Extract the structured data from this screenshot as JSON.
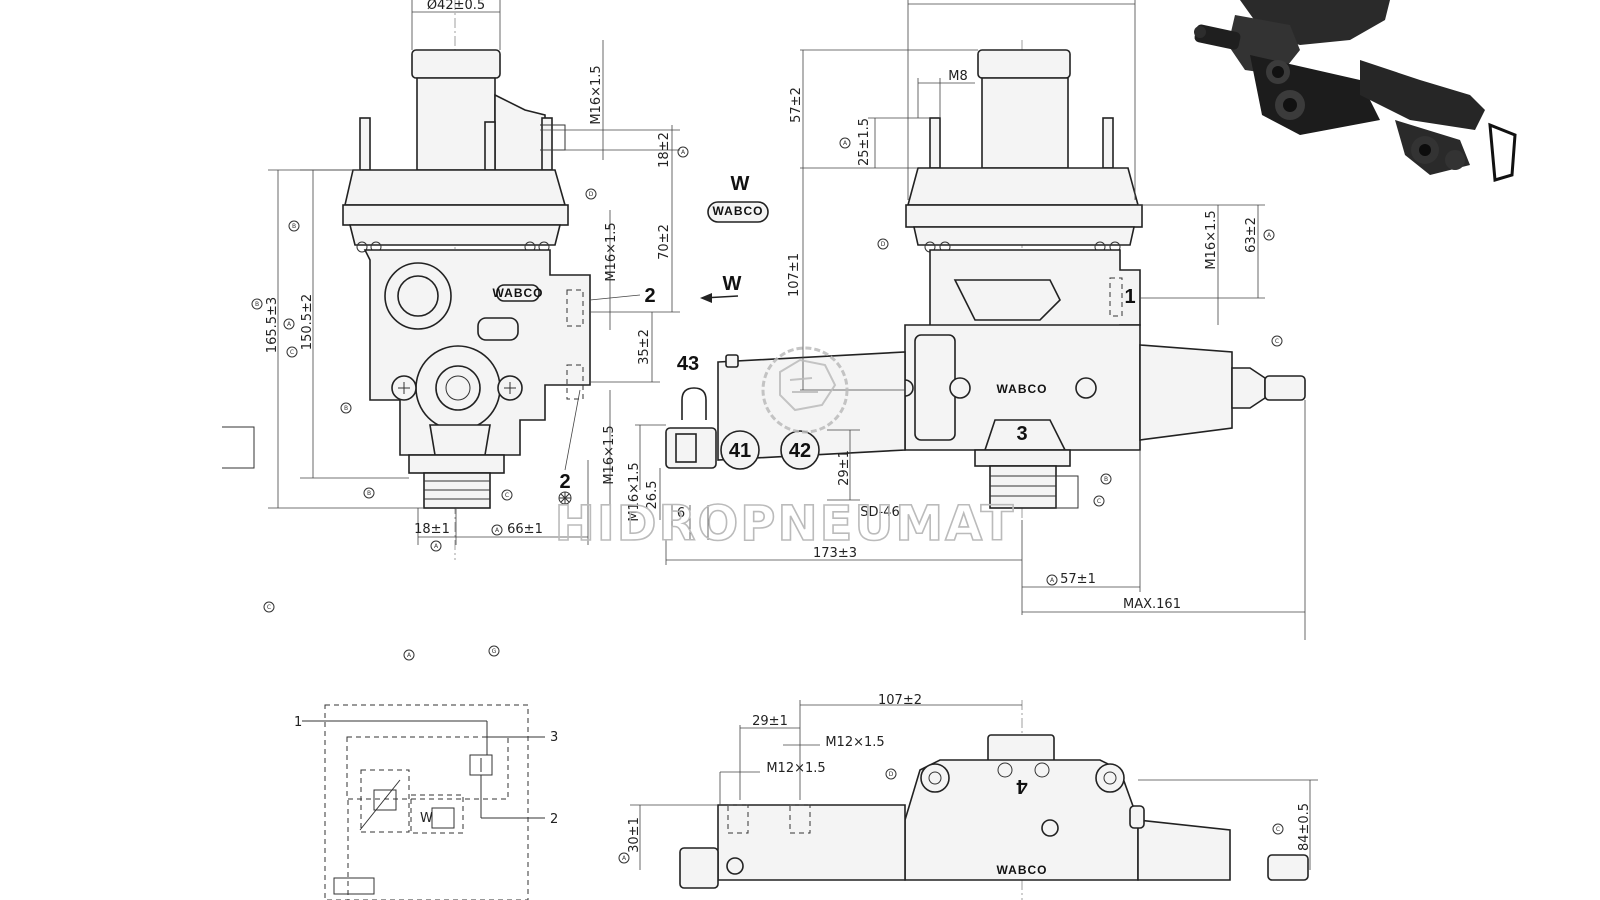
{
  "dims": {
    "d42": "Ø42±0.5",
    "m16a": "M16×1.5",
    "d18": "18±2",
    "d70": "70±2",
    "m16b": "M16×1.5",
    "d35": "35±2",
    "m16c": "M16×1.5",
    "d1655": "165.5±3",
    "d1505": "150.5±2",
    "d18b": "18±1",
    "d66": "66±1",
    "m8": "M8",
    "d57": "57±2",
    "d25": "25±1.5",
    "d107a": "107±1",
    "m16d": "M16×1.5",
    "d63": "63±2",
    "d29": "29±1",
    "d265": "26.5",
    "m16e": "M16×1.5",
    "d6": "6",
    "d173": "173±3",
    "d57b": "57±1",
    "max161": "MAX.161",
    "d107b": "107±2",
    "d29b": "29±1",
    "m12a": "M12×1.5",
    "m12b": "M12×1.5",
    "d30": "30±1",
    "d84": "84±0.5",
    "sd": "SD-46"
  },
  "ports": {
    "p2a": "2",
    "p2b": "2",
    "p43": "43",
    "p41": "41",
    "p42": "42",
    "p3": "3",
    "p1": "1",
    "p4": "4",
    "w1": "W",
    "w2": "W",
    "s1": "1",
    "s2": "2",
    "s3": "3",
    "sw": "W"
  },
  "brand": {
    "name": "WABCO",
    "watermark": "HIDROPNEUMAT"
  },
  "markers": {
    "A": "A",
    "B": "B",
    "C": "C",
    "D": "D",
    "G": "G"
  },
  "icons": [
    "photo-valve-icon",
    "watermark-logo-icon",
    "star-marker-icon"
  ]
}
